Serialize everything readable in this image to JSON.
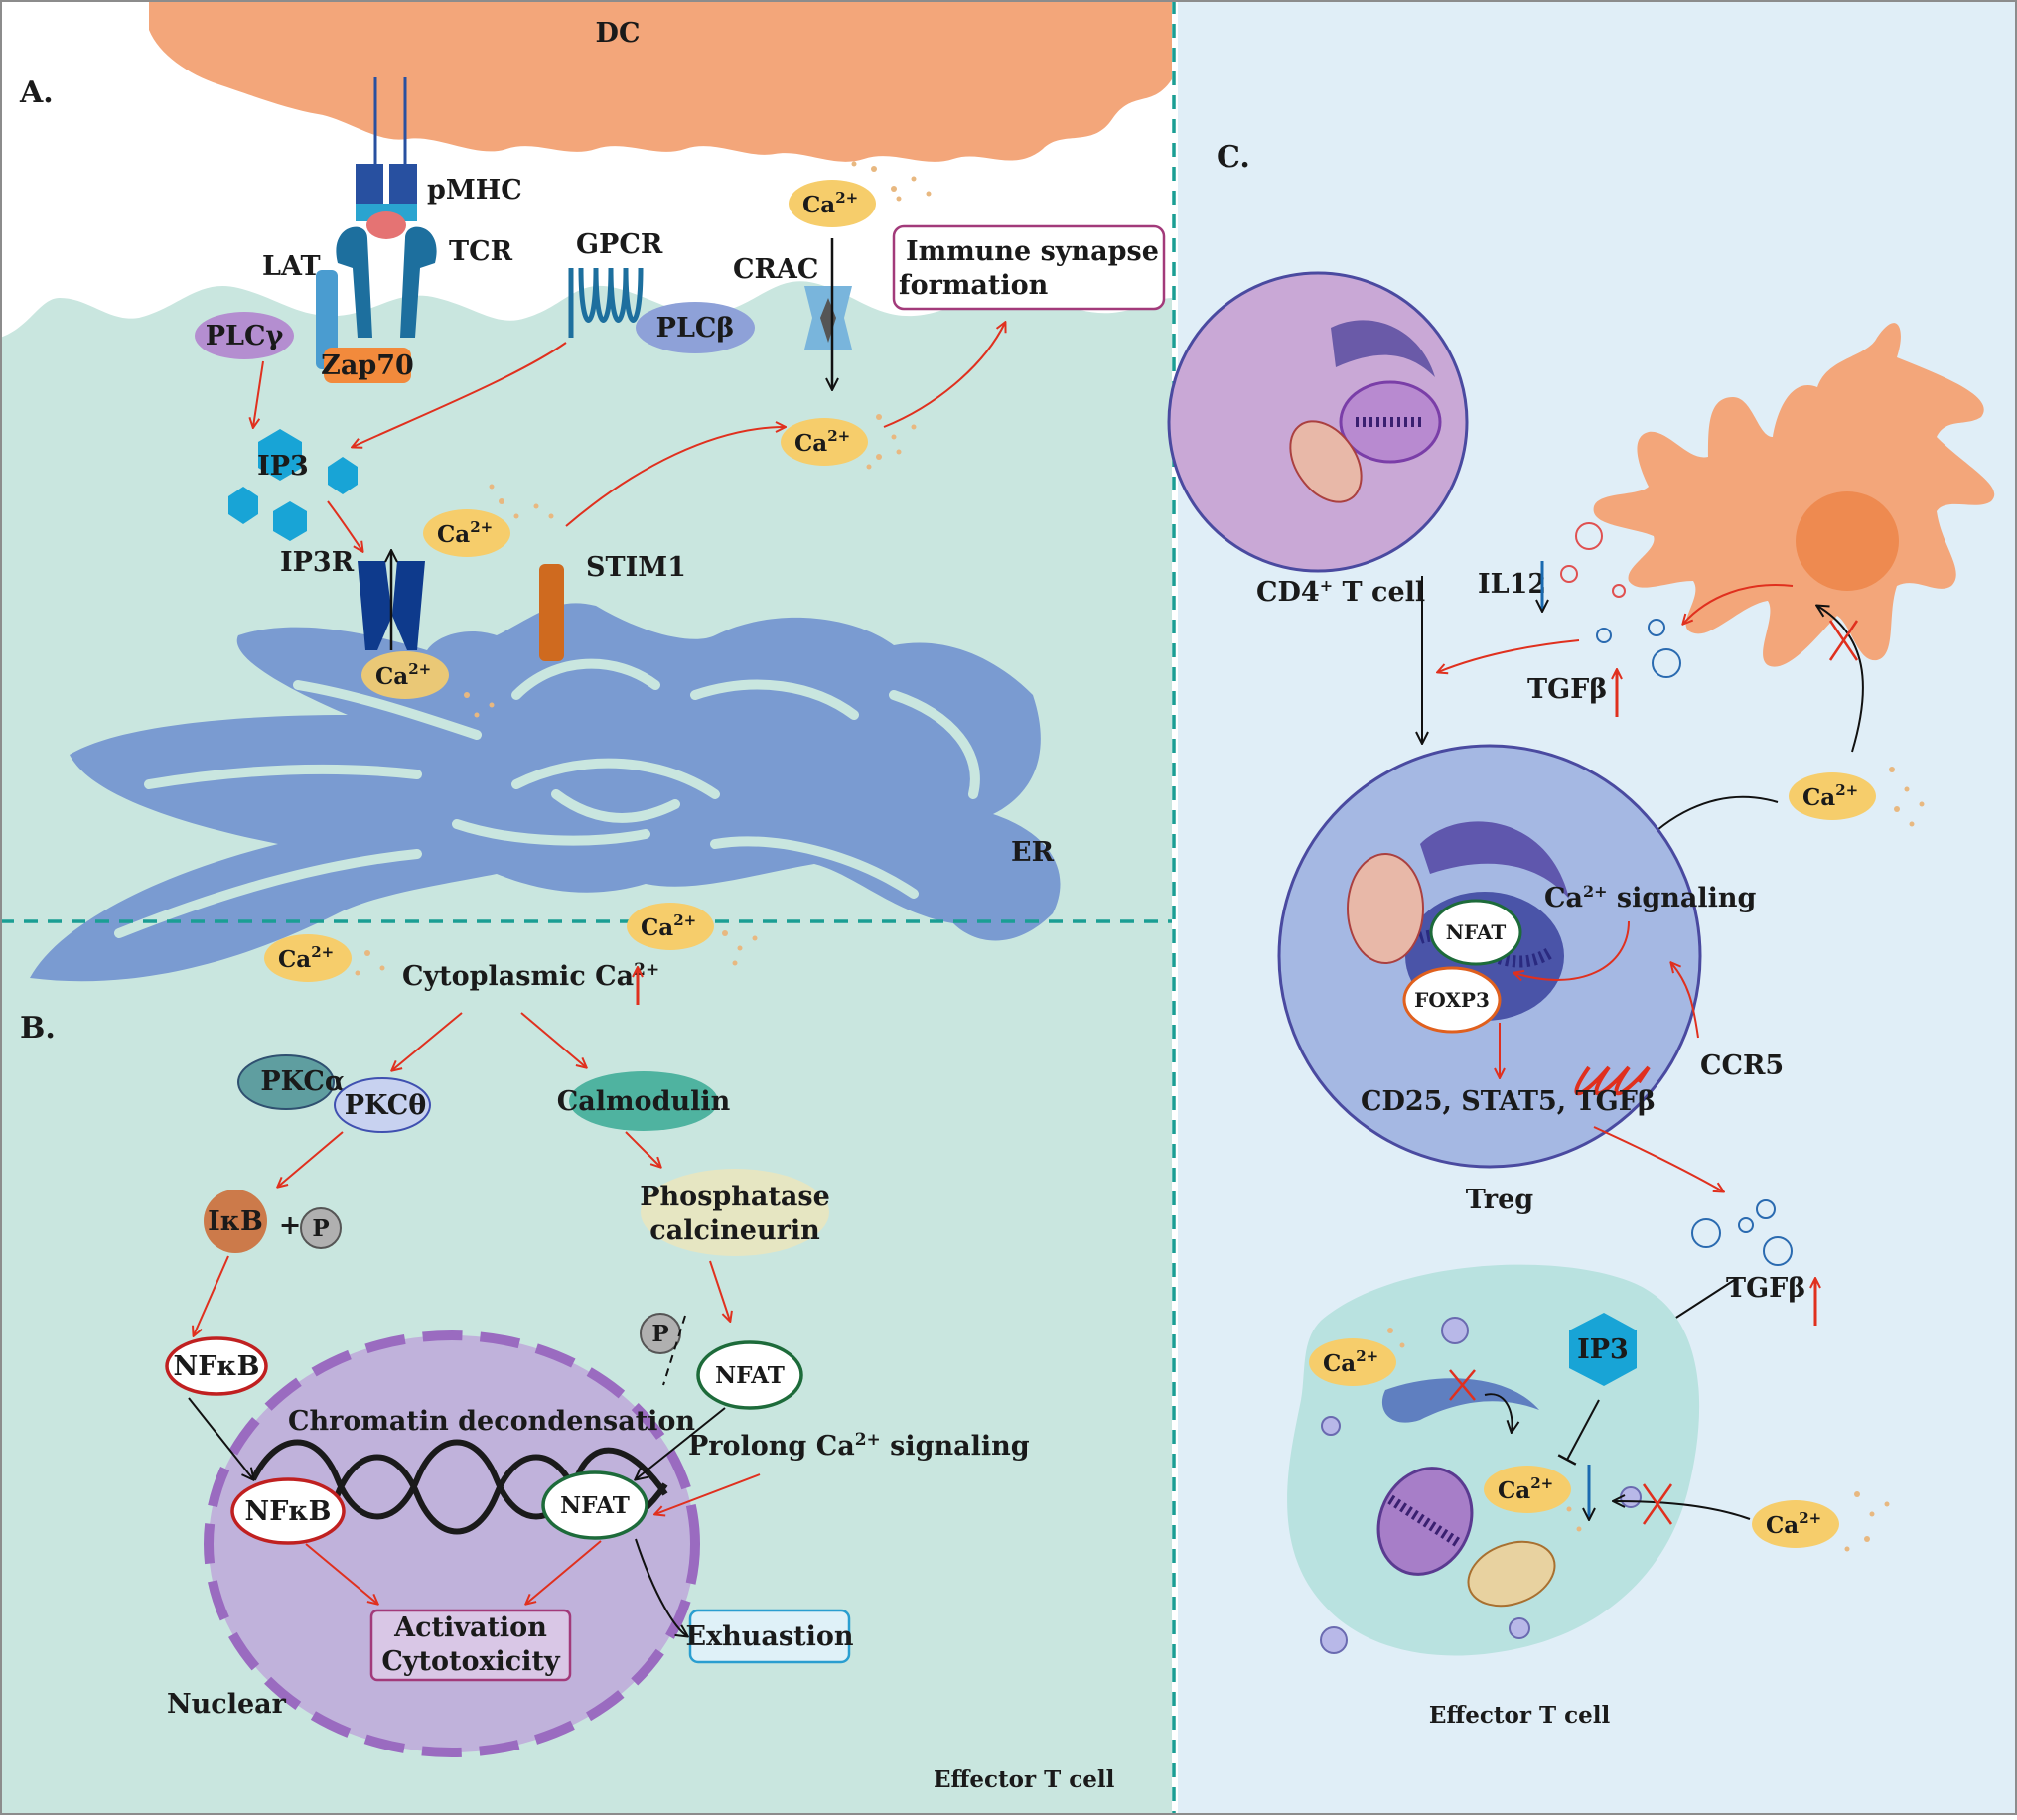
{
  "panels": {
    "a": "A.",
    "b": "B.",
    "c": "C."
  },
  "panel_a": {
    "dc": "DC",
    "pmhc": "pMHC",
    "tcr": "TCR",
    "lat": "LAT",
    "plcg": "PLCγ",
    "zap70": "Zap70",
    "gpcr": "GPCR",
    "plcb": "PLCβ",
    "crac": "CRAC",
    "immune_synapse_line1": "Immune synapse",
    "immune_synapse_line2": "formation",
    "ip3": "IP3",
    "ip3r": "IP3R",
    "stim1": "STIM1",
    "er": "ER",
    "ca_base": "Ca",
    "ca_sup": "2+"
  },
  "panel_b": {
    "cytoplasmic": "Cytoplasmic Ca",
    "pkca": "PKCα",
    "pkct": "PKCθ",
    "calmodulin": "Calmodulin",
    "ikb": "IκB",
    "plus": "+",
    "p": "P",
    "phosphatase_line1": "Phosphatase",
    "phosphatase_line2": "calcineurin",
    "nfkb": "NFκB",
    "nfat": "NFAT",
    "chromatin": "Chromatin decondensation",
    "prolong": "Prolong Ca",
    "prolong_tail": " signaling",
    "activation_line1": "Activation",
    "activation_line2": "Cytotoxicity",
    "exhaustion": "Exhuastion",
    "nuclear": "Nuclear",
    "effector": "Effector T cell"
  },
  "panel_c": {
    "cd4": "CD4",
    "cd4_sup": "+",
    "cd4_tail": " T cell",
    "il12": "IL12",
    "tgfb": "TGFβ",
    "ca_signaling": " signaling",
    "nfat": "NFAT",
    "foxp3": "FOXP3",
    "ccr5": "CCR5",
    "cd25": "CD25, STAT5, TGFβ",
    "treg": "Treg",
    "ip3": "IP3",
    "effector": "Effector T cell"
  },
  "colors": {
    "cytoplasm": "#c9e6df",
    "panel_c_bg": "#e0eef7",
    "dc": "#f3a67a",
    "er": "#7a9bd1",
    "calcium": "#f6cd6b",
    "arrow_red": "#e0301e",
    "dashed_teal": "#1a9e94"
  }
}
